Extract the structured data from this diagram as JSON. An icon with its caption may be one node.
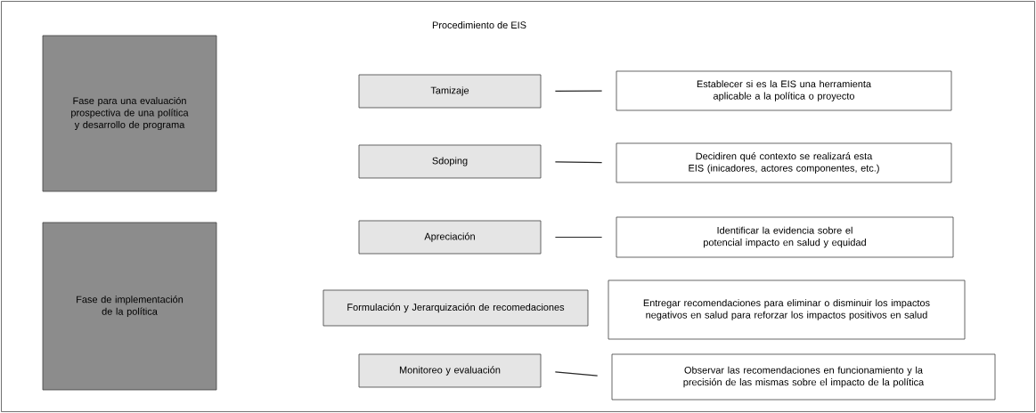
{
  "diagram": {
    "title": "Procedimiento de EIS",
    "nodes": [
      {
        "text": [
          "Fase para una evaluación prospectiva de una política y desarrollo de programa"
        ]
      },
      {
        "text": [
          "Fase de implementación de la política"
        ]
      },
      {
        "text": [
          "Tamizaje"
        ]
      },
      {
        "text": [
          "Sdoping"
        ]
      },
      {
        "text": [
          "Apreciación"
        ]
      },
      {
        "text": [
          "Formulación y Jerarquización de recomedaciones"
        ]
      },
      {
        "text": [
          "Monitoreo y evaluación"
        ]
      },
      {
        "text": [
          "Establecer si es la EIS una herramienta aplicable a la política o proyecto"
        ]
      },
      {
        "text": [
          "Decidiren qué contexto se realizará esta EIS (inicadores, actores componentes, etc.)"
        ]
      },
      {
        "text": [
          "Identificar la evidencia sobre el potencial impacto en salud y equidad"
        ]
      },
      {
        "text": [
          "Entregar recomendaciones para eliminar o disminuir los impactos negativos en salud para reforzar los impactos positivos en salud"
        ]
      },
      {
        "text": [
          "Observar las recomendaciones en funcionamiento y la precisión de las mismas sobre el impacto de la política"
        ]
      }
    ],
    "edges": [
      {
        "from": 2,
        "to": 7,
        "arrow": "none"
      },
      {
        "from": 3,
        "to": 8,
        "arrow": "none"
      },
      {
        "from": 4,
        "to": 9,
        "arrow": "none"
      },
      {
        "from": 6,
        "to": 11,
        "arrow": "none"
      }
    ]
  }
}
